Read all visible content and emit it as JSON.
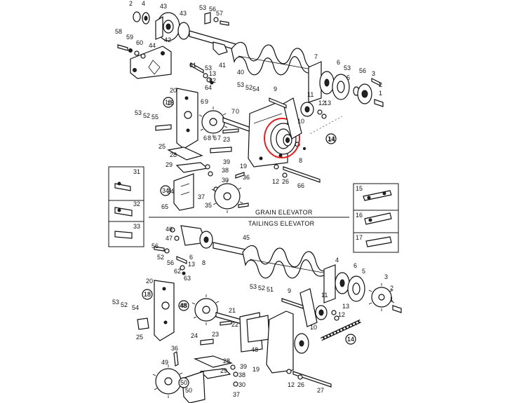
{
  "section_labels": {
    "upper": "GRAIN ELEVATOR",
    "lower": "TAILINGS ELEVATOR"
  },
  "highlight_color": "#e02020",
  "callouts": {
    "upper": [
      "2",
      "4",
      "43",
      "43",
      "53",
      "56",
      "57",
      "58",
      "59",
      "60",
      "44",
      "42",
      "61",
      "53",
      "13",
      "82",
      "64",
      "41",
      "40",
      "7",
      "6",
      "53",
      "56",
      "5",
      "2",
      "1",
      "3",
      "52",
      "53",
      "54",
      "9",
      "11",
      "12",
      "13",
      "10",
      "20",
      "18",
      "53",
      "52",
      "55",
      "6",
      "9",
      "7",
      "0",
      "6",
      "8",
      "6",
      "7",
      "23",
      "25",
      "28",
      "29",
      "39",
      "38",
      "30",
      "36",
      "34",
      "37",
      "65",
      "35",
      "19",
      "8",
      "12",
      "26",
      "66",
      "14"
    ],
    "upper_circled": [
      "18",
      "14",
      "34"
    ],
    "lower": [
      "46",
      "47",
      "56",
      "52",
      "6",
      "8",
      "45",
      "56",
      "13",
      "62",
      "63",
      "20",
      "53",
      "52",
      "54",
      "18",
      "48",
      "21",
      "22",
      "24",
      "25",
      "23",
      "36",
      "49",
      "50",
      "28",
      "29",
      "39",
      "38",
      "30",
      "37",
      "48",
      "19",
      "12",
      "26",
      "27",
      "53",
      "52",
      "51",
      "9",
      "11",
      "4",
      "6",
      "5",
      "2",
      "1",
      "3",
      "13",
      "12",
      "10",
      "14"
    ],
    "lower_circled": [
      "18",
      "48",
      "14",
      "50"
    ],
    "inset_left": [
      "31",
      "32",
      "33"
    ],
    "inset_right": [
      "15",
      "16",
      "17"
    ]
  }
}
